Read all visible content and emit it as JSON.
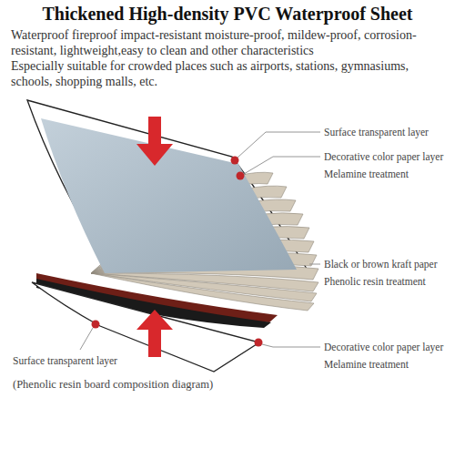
{
  "diagram": {
    "title": "Thickened High-density PVC Waterproof Sheet",
    "caption": "(Phenolic resin board composition diagram)",
    "labels": [
      "Waterproof fireproof impact-resistant moisture-proof, mildew-proof, corrosion-resistant, lightweight,easy to clean and other characteristics",
      "Especially suitable for crowded places such as airports, stations, gymnasiums, schools, shopping malls, etc.",
      "Surface transparent layer",
      "Decorative color paper layer",
      "Melamine treatment",
      "Black or brown kraft paper",
      "Phenolic resin treatment",
      "Decorative color paper layer",
      "Melamine treatment",
      "Surface transparent layer"
    ]
  }
}
